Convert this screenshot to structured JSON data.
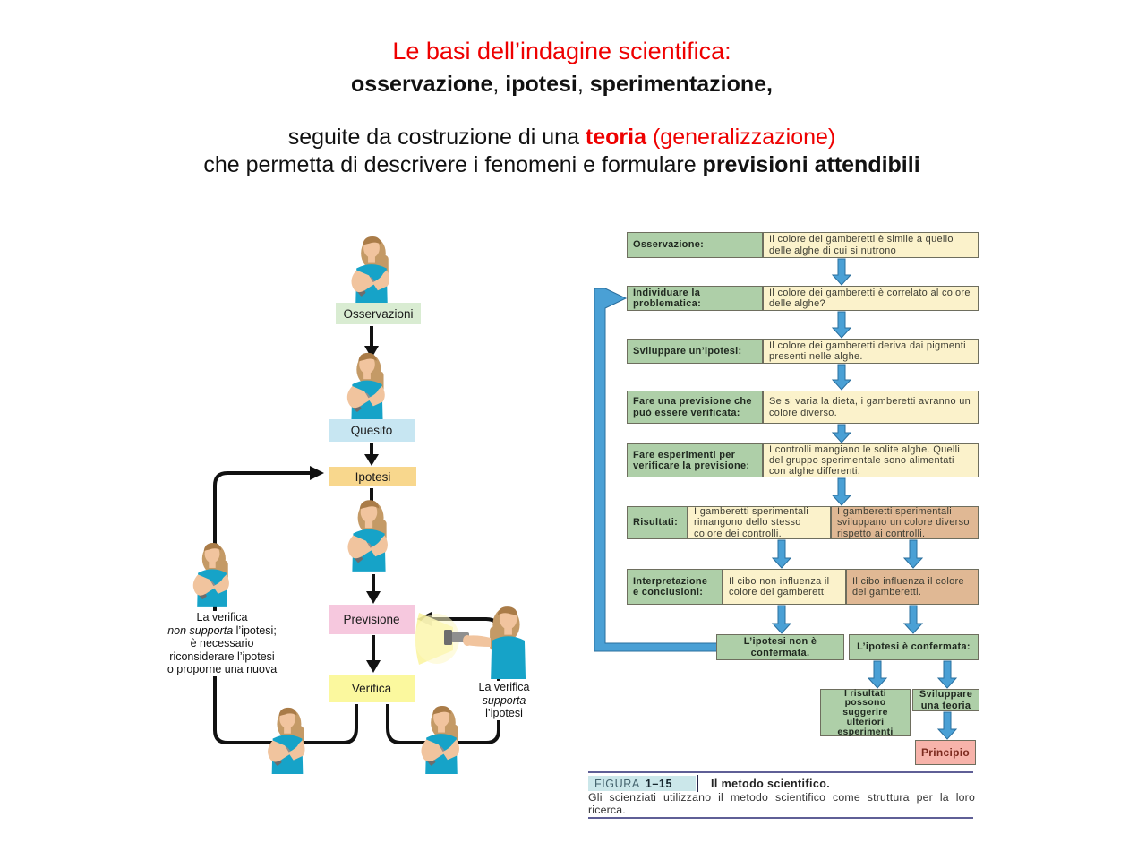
{
  "title": {
    "line1": "Le basi dell’indagine scientifica:",
    "line2": {
      "w1": "osservazione",
      "sep1": ", ",
      "w2": "ipotesi",
      "sep2": ", ",
      "w3": "sperimentazione,"
    },
    "line3": {
      "pre": "seguite da costruzione di una ",
      "teoria": "teoria",
      "paren": " (generalizzazione)"
    },
    "line4": {
      "pre": "che permetta di descrivere i fenomeni e formulare ",
      "bold": "previsioni attendibili"
    }
  },
  "left_flow": {
    "boxes": {
      "osservazioni": "Osservazioni",
      "quesito": "Quesito",
      "ipotesi": "Ipotesi",
      "previsione": "Previsione",
      "verifica": "Verifica"
    },
    "note_not_supported": {
      "l1": "La verifica",
      "l2_italic": "non supporta",
      "l2_rest": " l’ipotesi;",
      "l3": "è necessario",
      "l4": "riconsiderare l’ipotesi",
      "l5": "o proporne una nuova"
    },
    "note_supported": {
      "l1": "La verifica",
      "l2_italic": "supporta",
      "l3": "l’ipotesi"
    }
  },
  "right_flow": {
    "rows": [
      {
        "label": "Osservazione:",
        "content": "Il colore dei gamberetti è simile a quello delle alghe di cui si nutrono"
      },
      {
        "label": "Individuare la problematica:",
        "content": "Il colore dei gamberetti è correlato al colore delle alghe?"
      },
      {
        "label": "Sviluppare un’ipotesi:",
        "content": "Il colore dei gamberetti deriva dai pigmenti presenti nelle alghe."
      },
      {
        "label": "Fare una previsione che può essere verificata:",
        "content": "Se si varia la dieta, i gamberetti avranno un colore diverso."
      },
      {
        "label": "Fare esperimenti per verificare la previsione:",
        "content": "I controlli mangiano le solite alghe. Quelli del gruppo sperimentale sono alimentati con alghe differenti."
      },
      {
        "label": "Risultati:",
        "content_left": "I gamberetti sperimentali rimangono dello stesso colore dei controlli.",
        "content_right": "I gamberetti sperimentali sviluppano un colore diverso rispetto ai controlli."
      },
      {
        "label": "Interpretazione e conclusioni:",
        "content_left": "Il cibo non influenza il colore dei gamberetti",
        "content_right": "Il cibo influenza il colore dei gamberetti."
      }
    ],
    "outcome_not_confirmed": "L’ipotesi non è confermata.",
    "outcome_confirmed": "L’ipotesi è confermata:",
    "further_experiments": "I risultati possono suggerire ulteriori esperimenti",
    "develop_theory": "Sviluppare una teoria",
    "principle": "Principio"
  },
  "figure_caption": {
    "figura_label": "FIGURA",
    "figura_number": "1–15",
    "title": "Il metodo scientifico.",
    "body": "Gli scienziati utilizzano il metodo scientifico come struttura per la loro ricerca."
  },
  "colors": {
    "title_red": "#ee0000",
    "flow_green_label": "#aecfa8",
    "flow_cream": "#fbf2cb",
    "flow_tan": "#e0b894",
    "flow_arrow_blue": "#4aa0d5",
    "principle_pink": "#f7b3aa",
    "box_osservazioni_green": "#d9ecd2",
    "box_quesito_blue": "#c7e6f2",
    "box_ipotesi_orange": "#f8d78d",
    "box_previsione_pink": "#f6c8de",
    "box_verifica_yellow": "#fbf89e",
    "figura_label_bg": "#cbe7ea",
    "caption_rule": "#5f5f96",
    "scientist_shirt_teal": "#16a3c8"
  },
  "icons": {
    "scientist-illustration": "svg woman with flashlight",
    "flashlight-icon": "gray svg flashlight",
    "flashlight-beam": "yellow light cone",
    "arrow-down-icon": "black triangle arrow",
    "flow-arrow-icon": "blue block arrow",
    "feedback-arrow-icon": "blue elbow arrow pointing right"
  }
}
